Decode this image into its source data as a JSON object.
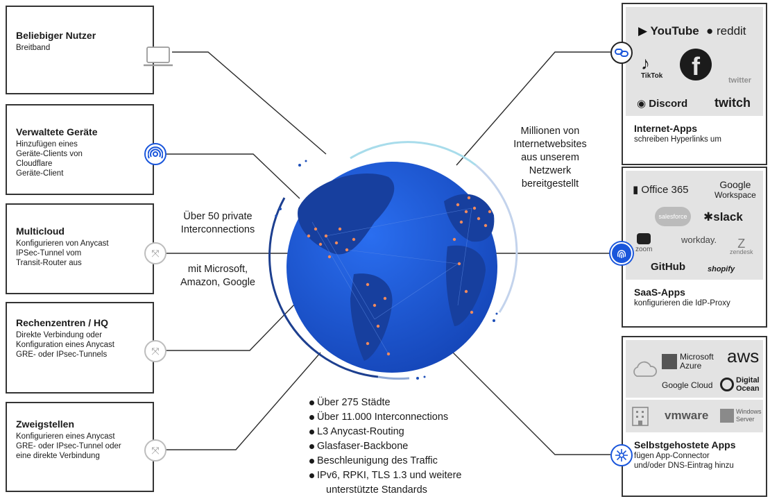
{
  "left_boxes": [
    {
      "title": "Beliebiger Nutzer",
      "desc": [
        "Breitband"
      ],
      "icon": "laptop-icon"
    },
    {
      "title": "Verwaltete Geräte",
      "desc": [
        "Hinzufügen eines",
        "Geräte-Clients von",
        "Cloudflare",
        "Geräte-Client"
      ],
      "icon": "device-client-icon"
    },
    {
      "title": "Multicloud",
      "desc": [
        "Konfigurieren von Anycast",
        "IPSec-Tunnel vom",
        "Transit-Router aus"
      ],
      "icon": "tunnel-icon"
    },
    {
      "title": "Rechenzentren / HQ",
      "desc": [
        "Direkte Verbindung oder",
        "Konfiguration eines Anycast",
        "GRE- oder IPsec-Tunnels"
      ],
      "icon": "tunnel-icon"
    },
    {
      "title": "Zweigstellen",
      "desc": [
        "Konfigurieren eines Anycast",
        "GRE- oder IPsec-Tunnel oder",
        "eine direkte Verbindung"
      ],
      "icon": "tunnel-icon"
    }
  ],
  "right_boxes": [
    {
      "title": "Internet-Apps",
      "desc": [
        "schreiben Hyperlinks um"
      ],
      "icon": "link-icon"
    },
    {
      "title": "SaaS-Apps",
      "desc": [
        "konfigurieren die IdP-Proxy"
      ],
      "icon": "fingerprint-icon"
    },
    {
      "title": "Selbstgehostete Apps",
      "desc": [
        "fügen App-Connector",
        "und/oder DNS-Eintrag hinzu"
      ],
      "icon": "connector-icon"
    }
  ],
  "logos": {
    "internet": [
      "YouTube",
      "reddit",
      "TikTok",
      "f",
      "twitter",
      "Discord",
      "twitch"
    ],
    "saas": [
      "Office 365",
      "Google",
      "Workspace",
      "salesforce",
      "slack",
      "zoom",
      "workday.",
      "zendesk",
      "GitHub",
      "shopify"
    ],
    "selfhosted": [
      "Microsoft",
      "Azure",
      "aws",
      "Google Cloud",
      "Digital",
      "Ocean",
      "vmware",
      "Windows",
      "Server"
    ]
  },
  "middle": {
    "interconnect": [
      "Über 50 private",
      "Interconnections"
    ],
    "partners": [
      "mit Microsoft,",
      "Amazon, Google"
    ],
    "websites": [
      "Millionen von",
      "Internetwebsites",
      "aus unserem",
      "Netzwerk",
      "bereitgestellt"
    ]
  },
  "stats": [
    "Über 275 Städte",
    "Über 11.000 Interconnections",
    "L3 Anycast-Routing",
    "Glasfaser-Backbone",
    "Beschleunigung des Traffic",
    "IPv6, RPKI, TLS 1.3 und weitere",
    "unterstützte Standards"
  ],
  "colors": {
    "globe": "#1f5ad6",
    "land": "#173f9e",
    "city": "#f08a5d",
    "accent": "#1a56db",
    "arc": "#9ab6e0",
    "arc_dark": "#1d3f8f"
  }
}
